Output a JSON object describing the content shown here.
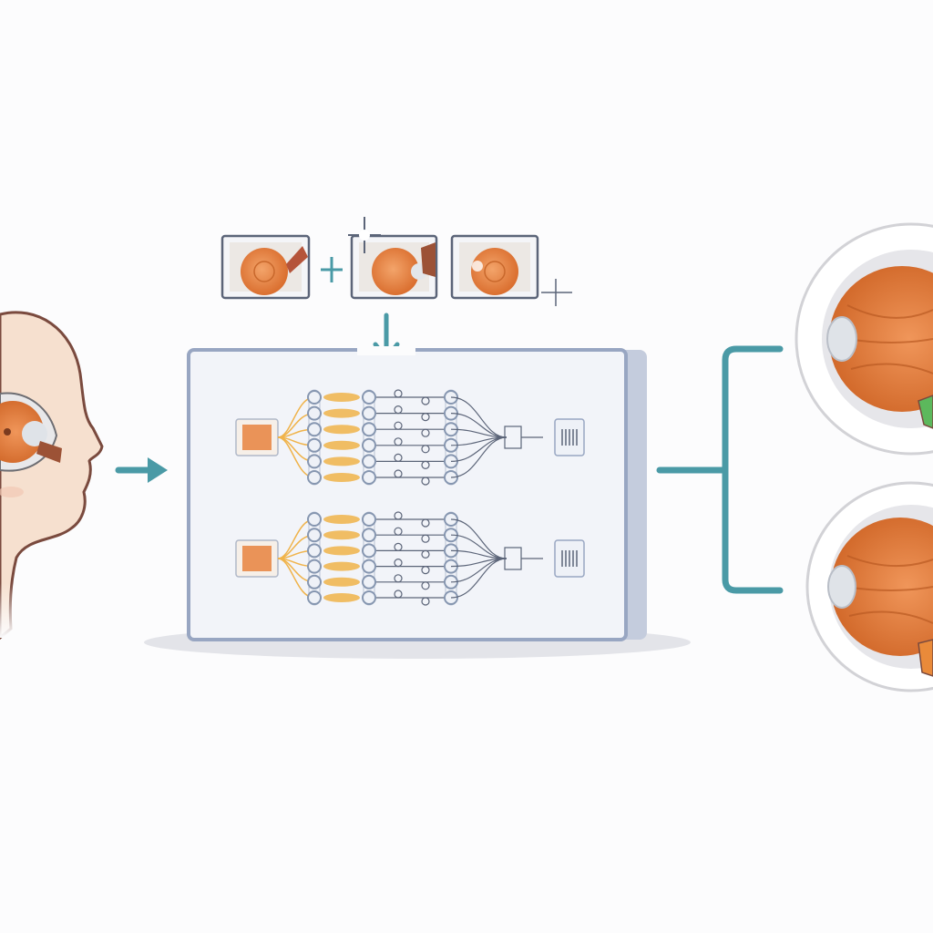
{
  "diagram": {
    "colors": {
      "arrow": "#4a9aa6",
      "panel_border": "#98a6c2",
      "panel_fill": "#f2f4f9",
      "iris": "#e8823e",
      "node_ring": "#8696b0",
      "node_fill": "#eef1f7",
      "weight_band": "#f0b34a",
      "skin": "#f6e0cf",
      "outline": "#7a4a3e",
      "badge_green": "#5cb85c",
      "badge_orange": "#e98a3a"
    },
    "icons": {
      "patient": "face-profile-icon",
      "input_images": "fundus-image-icon",
      "augment": "plus-icon",
      "sparkle": "sparkle-icon",
      "network": "neural-network-icon",
      "output": "eyeball-icon"
    },
    "input_image_count": 3,
    "network_count": 2,
    "layer_count": 6,
    "output_count": 2
  }
}
